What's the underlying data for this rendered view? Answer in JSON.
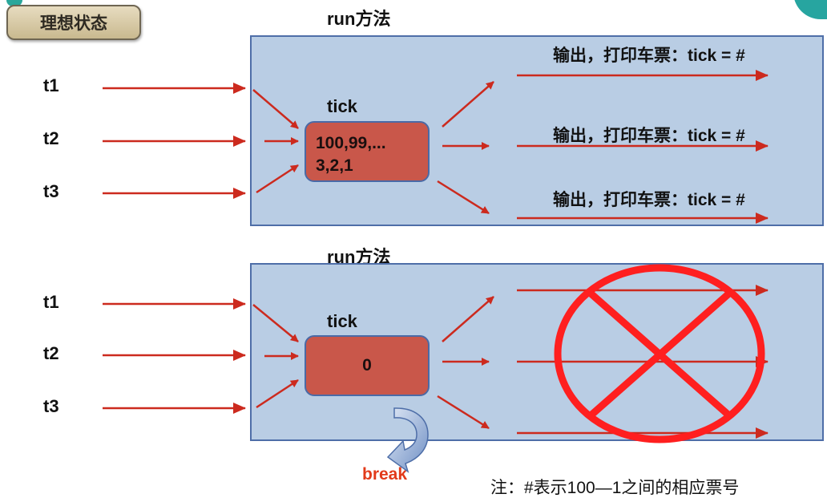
{
  "title": "理想状态",
  "top": {
    "run_label": "run方法",
    "threads": [
      "t1",
      "t2",
      "t3"
    ],
    "tick_label": "tick",
    "tick_values_line1": "100,99,...",
    "tick_values_line2": "3,2,1",
    "outputs": [
      "输出，打印车票：tick = #",
      "输出，打印车票：tick = #",
      "输出，打印车票：tick = #"
    ]
  },
  "bottom": {
    "run_label": "run方法",
    "threads": [
      "t1",
      "t2",
      "t3"
    ],
    "tick_label": "tick",
    "tick_value": "0",
    "break_label": "break"
  },
  "note": "注：#表示100—1之间的相应票号",
  "colors": {
    "panel_bg": "#b9cde4",
    "panel_border": "#4e6ea8",
    "arrow": "#cc2a1e",
    "tick_box": "#c9574a",
    "cross": "#ff1f1f",
    "break": "#e23a1a"
  }
}
